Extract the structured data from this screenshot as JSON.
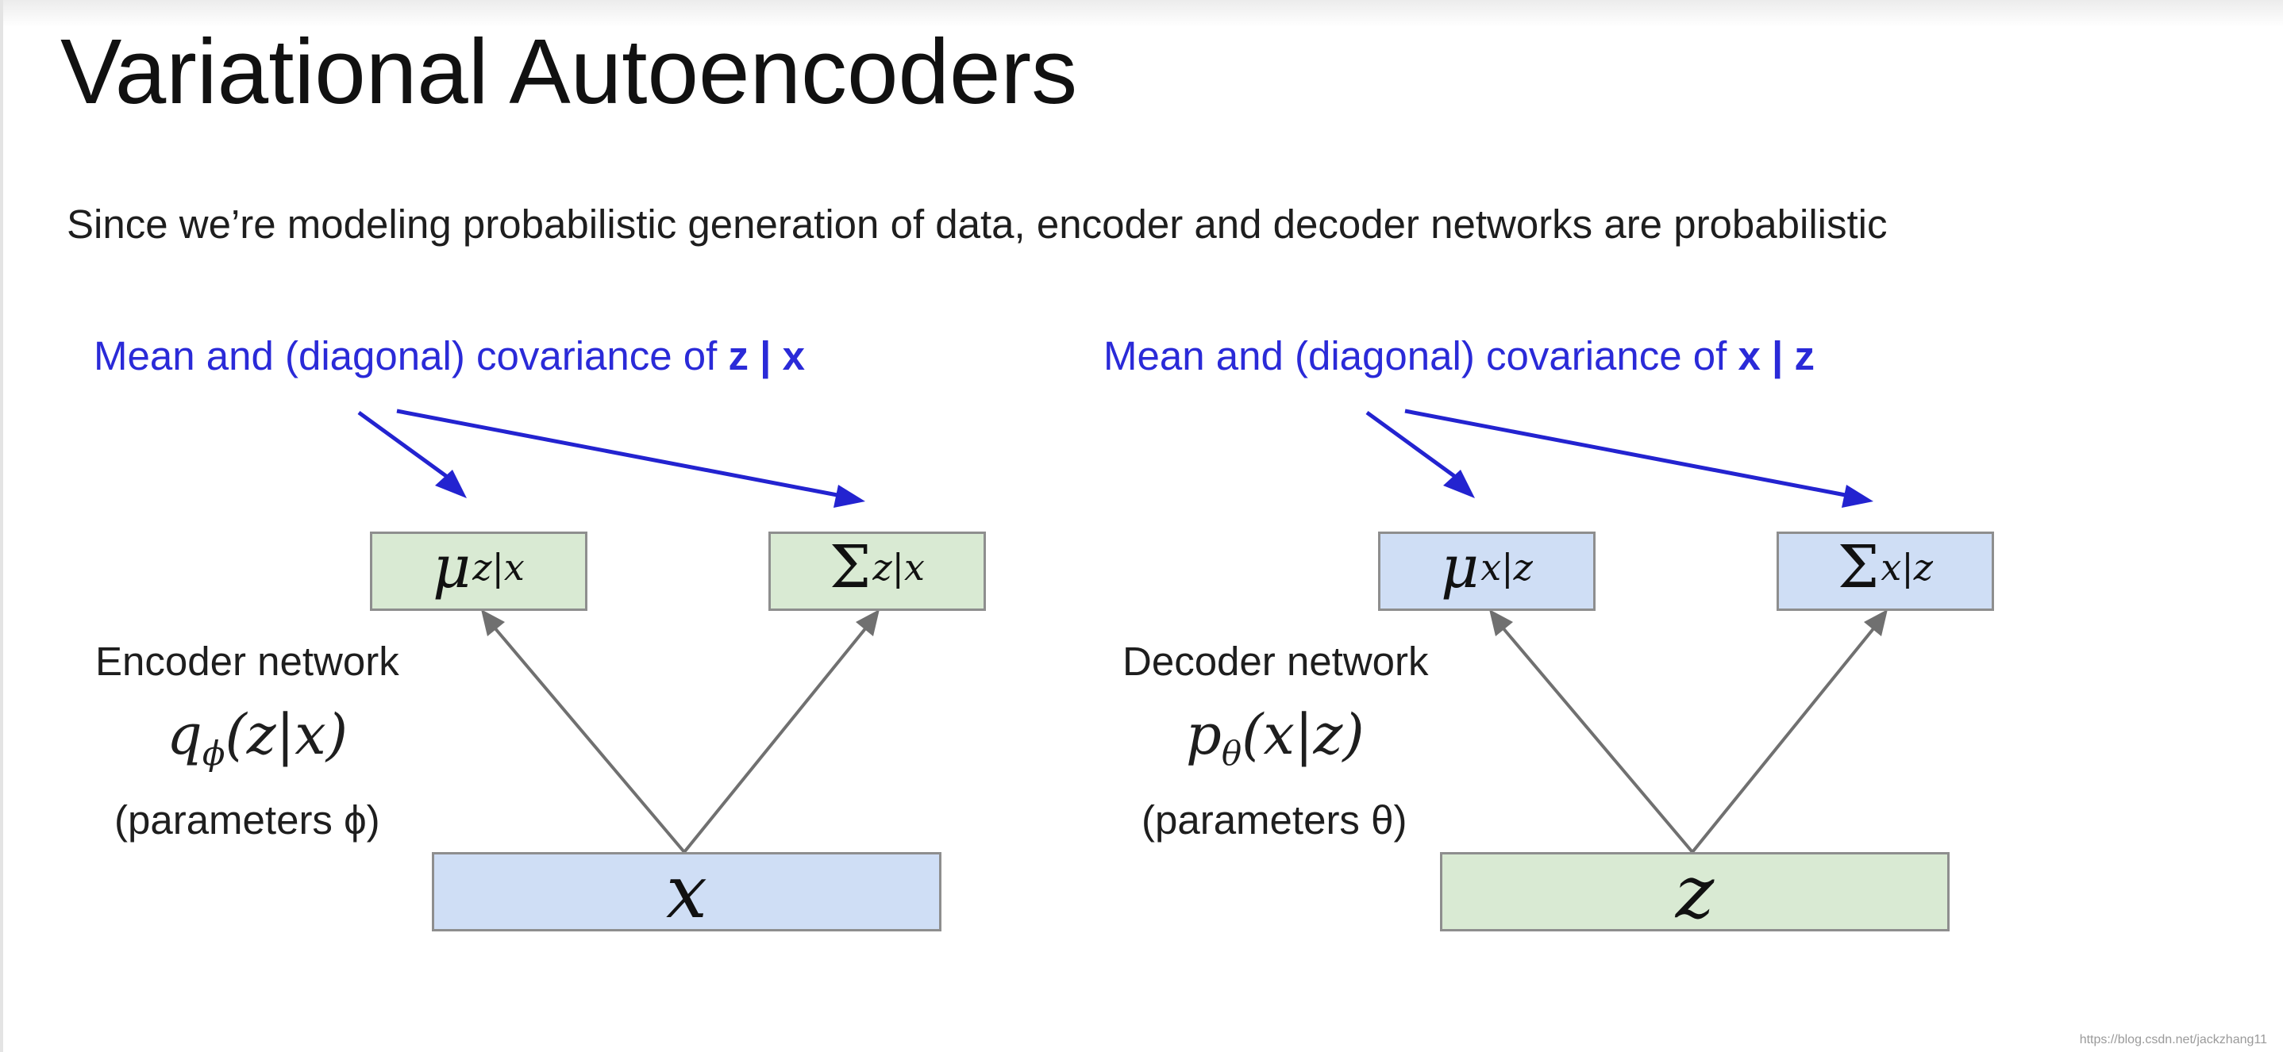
{
  "title": "Variational Autoencoders",
  "subtitle": "Since we’re modeling probabilistic generation of data, encoder and decoder networks are probabilistic",
  "encoder": {
    "caption_prefix": "Mean and (diagonal) covariance of ",
    "caption_bold": "z | x",
    "mu_symbol": "μ",
    "mu_subscript": "z|x",
    "sigma_symbol": "Σ",
    "sigma_subscript": "z|x",
    "network_label": "Encoder network",
    "distribution_name": "q",
    "distribution_sub": "ϕ",
    "distribution_args": "(z|x)",
    "params_label": "(parameters ϕ)",
    "input_label": "x"
  },
  "decoder": {
    "caption_prefix": "Mean and (diagonal) covariance of ",
    "caption_bold": "x | z",
    "mu_symbol": "μ",
    "mu_subscript": "x|z",
    "sigma_symbol": "Σ",
    "sigma_subscript": "x|z",
    "network_label": "Decoder network",
    "distribution_name": "p",
    "distribution_sub": "θ",
    "distribution_args": "(x|z)",
    "params_label": "(parameters θ)",
    "input_label": "z"
  },
  "colors": {
    "caption_blue": "#2a2ad8",
    "arrow_blue": "#2323d0",
    "arrow_gray": "#707070",
    "box_green": "#d9ead3",
    "box_blue": "#cfdef5"
  },
  "watermark": "https://blog.csdn.net/jackzhang11"
}
